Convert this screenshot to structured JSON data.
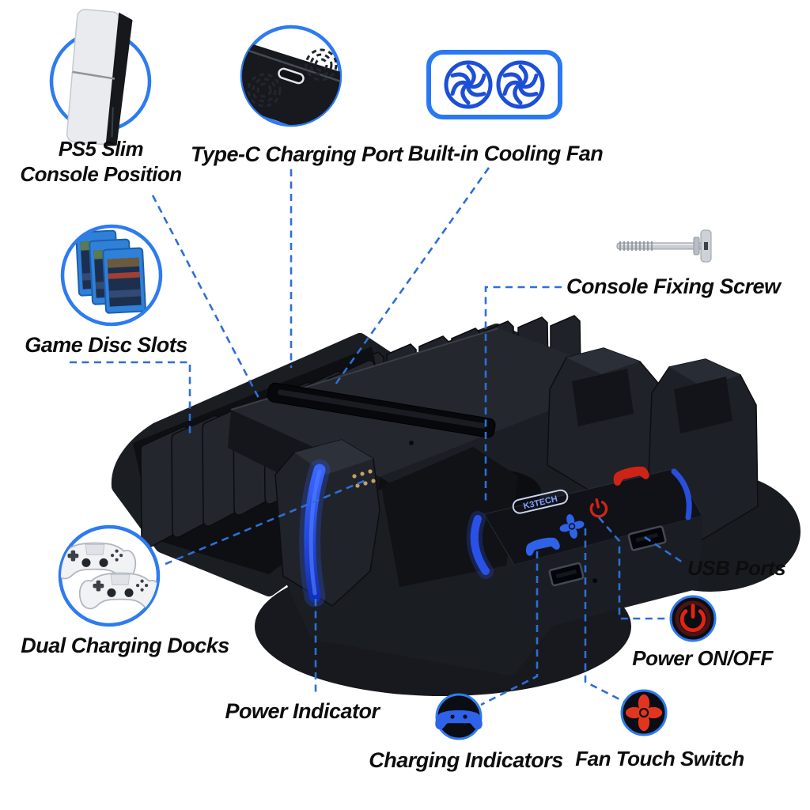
{
  "product": {
    "type": "PS5 Slim multifunction cooling charging stand (annotated product diagram)",
    "brand_logo": "K3TECH"
  },
  "colors": {
    "accent_blue": "#2e7bf0",
    "callout_line_blue": "#2d6fd6",
    "led_blue": "#1f47e8",
    "panel_icon_blue": "#2e62e8",
    "indicator_red": "#e02313",
    "body_black": "#1a1d22",
    "label_text": "#0d0d0d",
    "background": "#ffffff"
  },
  "callouts": {
    "console_position": {
      "line1": "PS5 Slim",
      "line2": "Console Position",
      "icon": "ps5-slim-console"
    },
    "type_c_port": {
      "label": "Type-C Charging Port",
      "icon": "type-c-port-closeup"
    },
    "cooling_fan": {
      "label": "Built-in Cooling Fan",
      "icon": "dual-cooling-fans"
    },
    "fixing_screw": {
      "label": "Console Fixing Screw",
      "icon": "fixing-screw"
    },
    "disc_slots": {
      "label": "Game Disc Slots",
      "icon": "game-disc-cases"
    },
    "charging_docks": {
      "label": "Dual Charging Docks",
      "icon": "dualsense-controllers"
    },
    "power_indicator": {
      "label": "Power Indicator"
    },
    "charging_indicators": {
      "label": "Charging Indicators",
      "icon": "gamepad-indicator"
    },
    "fan_touch_switch": {
      "label": "Fan Touch Switch",
      "icon": "red-fan-switch"
    },
    "usb_ports": {
      "label": "USB Ports"
    },
    "power_on_off": {
      "label": "Power ON/OFF",
      "icon": "power-button"
    }
  },
  "panel": {
    "logo": "K3TECH",
    "icons": [
      "gamepad-red-indicator",
      "power-touch-icon",
      "fan-touch-icon",
      "gamepad-blue-indicator"
    ],
    "usb_port_count": 2
  }
}
